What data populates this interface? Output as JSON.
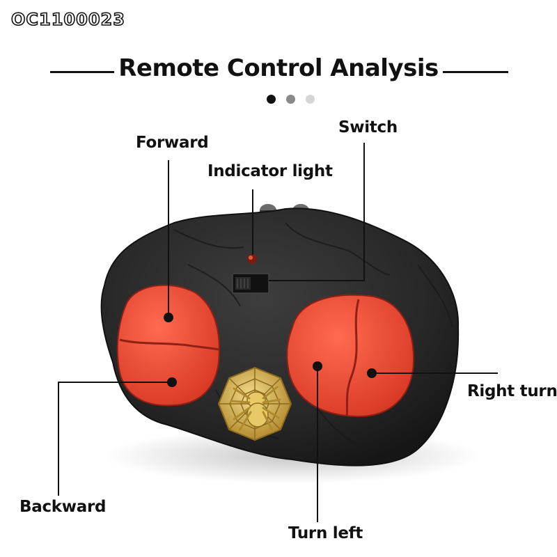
{
  "product_code": "OC1100023",
  "title": "Remote Control Analysis",
  "pagination": {
    "dots": [
      "#111111",
      "#8a8a8a",
      "#d6d6d6"
    ]
  },
  "labels": {
    "forward": "Forward",
    "switch": "Switch",
    "indicator_light": "Indicator light",
    "right_turn": "Right turn",
    "backward": "Backward",
    "turn_left": "Turn left"
  },
  "colors": {
    "body": "#2b2b2b",
    "button": "#ea4a34",
    "emblem": "#c9a64a",
    "leader_line": "#111111"
  },
  "icons": [
    "spider-web-emblem-icon"
  ]
}
